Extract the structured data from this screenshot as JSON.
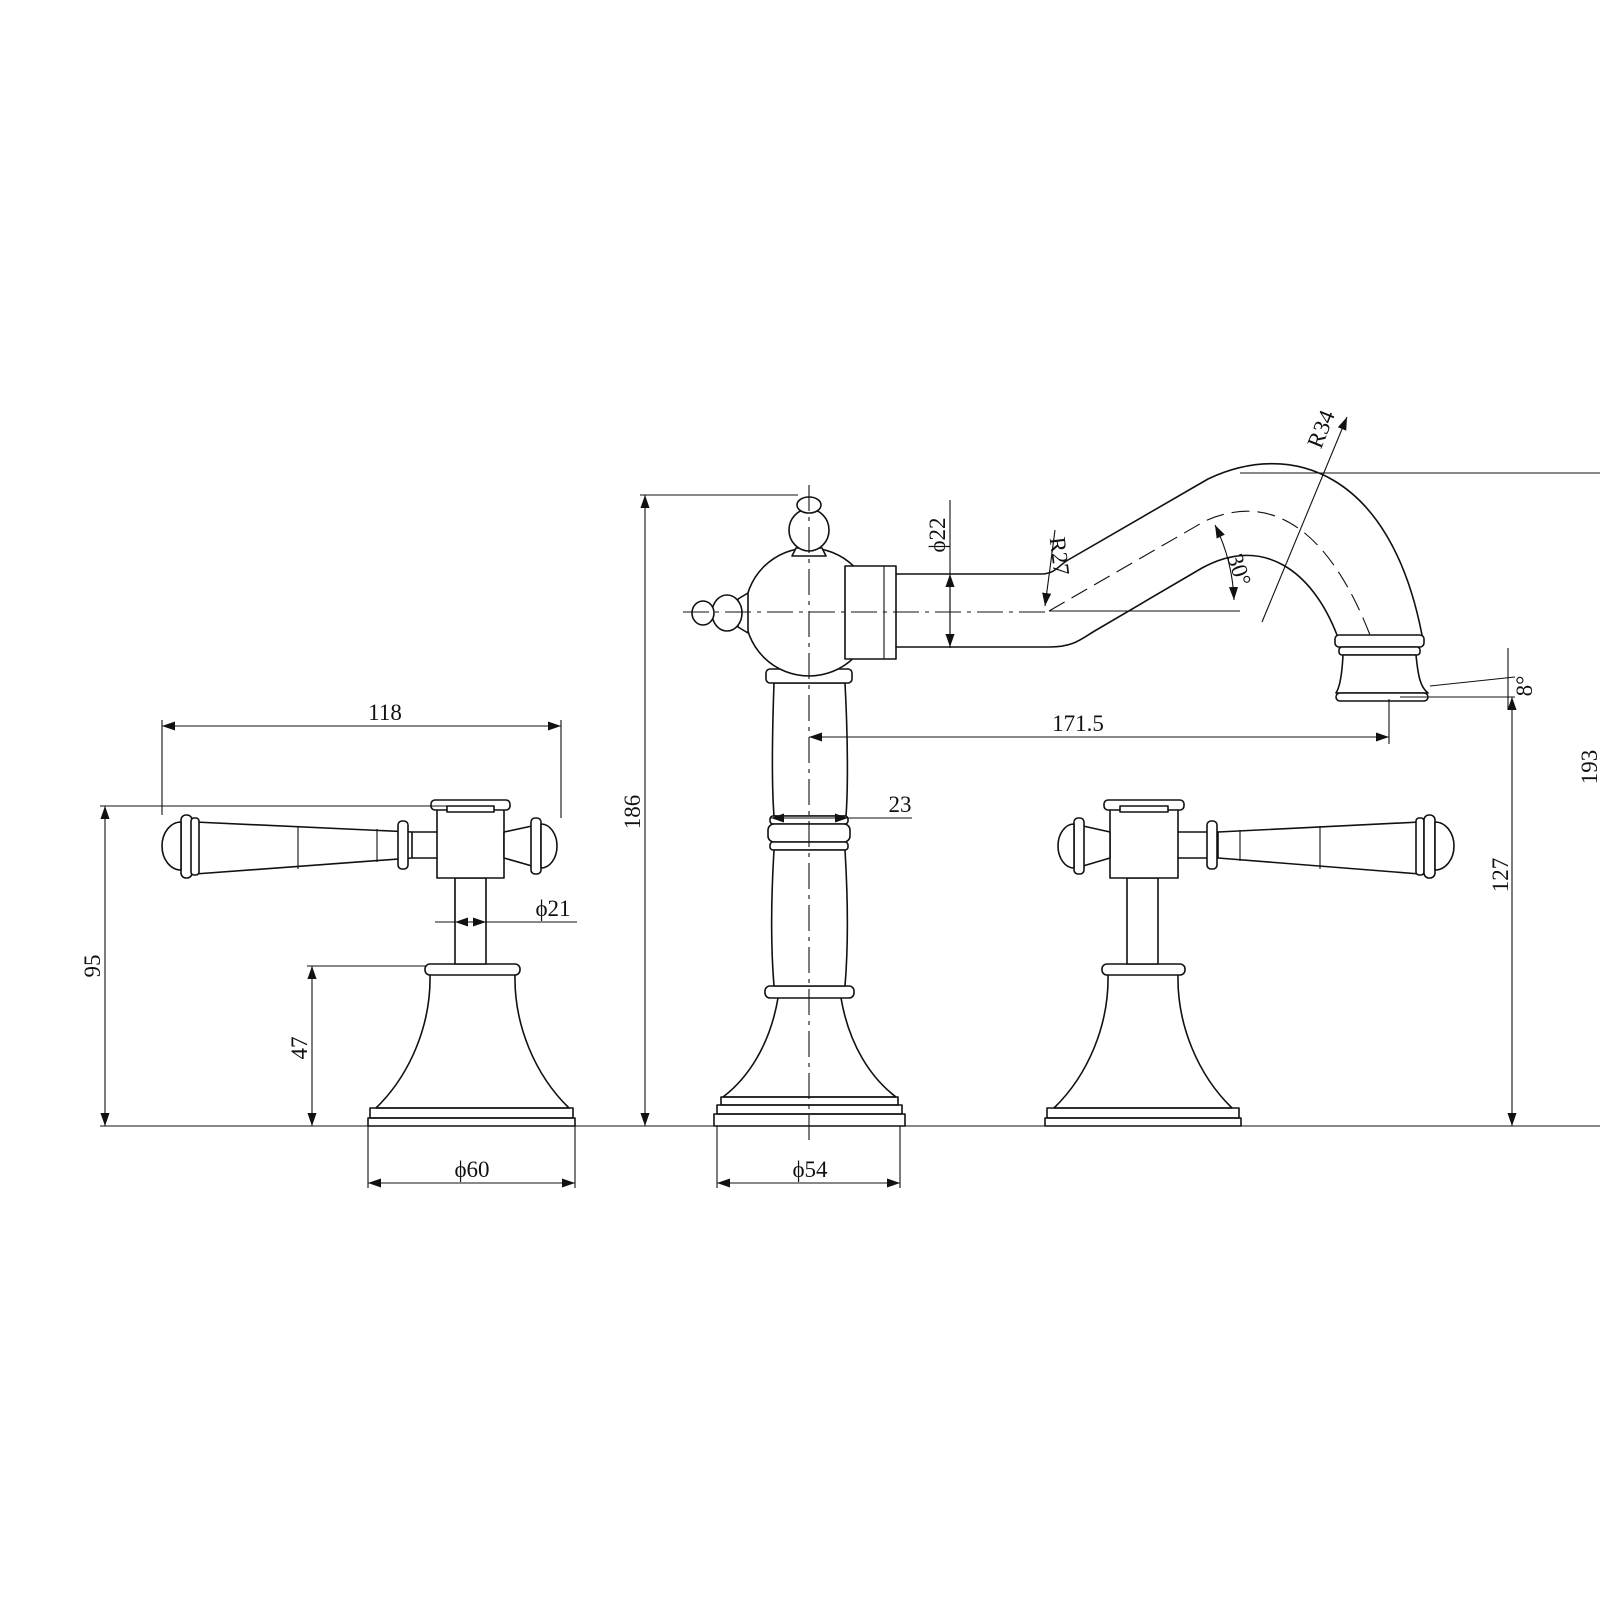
{
  "dimensions": {
    "handle_span": "118",
    "handle_height": "95",
    "handle_stem_dia": "ϕ21",
    "handle_base_height": "47",
    "handle_base_dia": "ϕ60",
    "spout_total_height": "186",
    "spout_body_width": "23",
    "spout_base_dia": "ϕ54",
    "spout_tube_dia": "ϕ22",
    "spout_radius_inner": "R27",
    "spout_radius_outer": "R34",
    "spout_angle": "30°",
    "spout_reach": "171.5",
    "outlet_angle": "8°",
    "outlet_height": "127",
    "overall_height": "193"
  }
}
